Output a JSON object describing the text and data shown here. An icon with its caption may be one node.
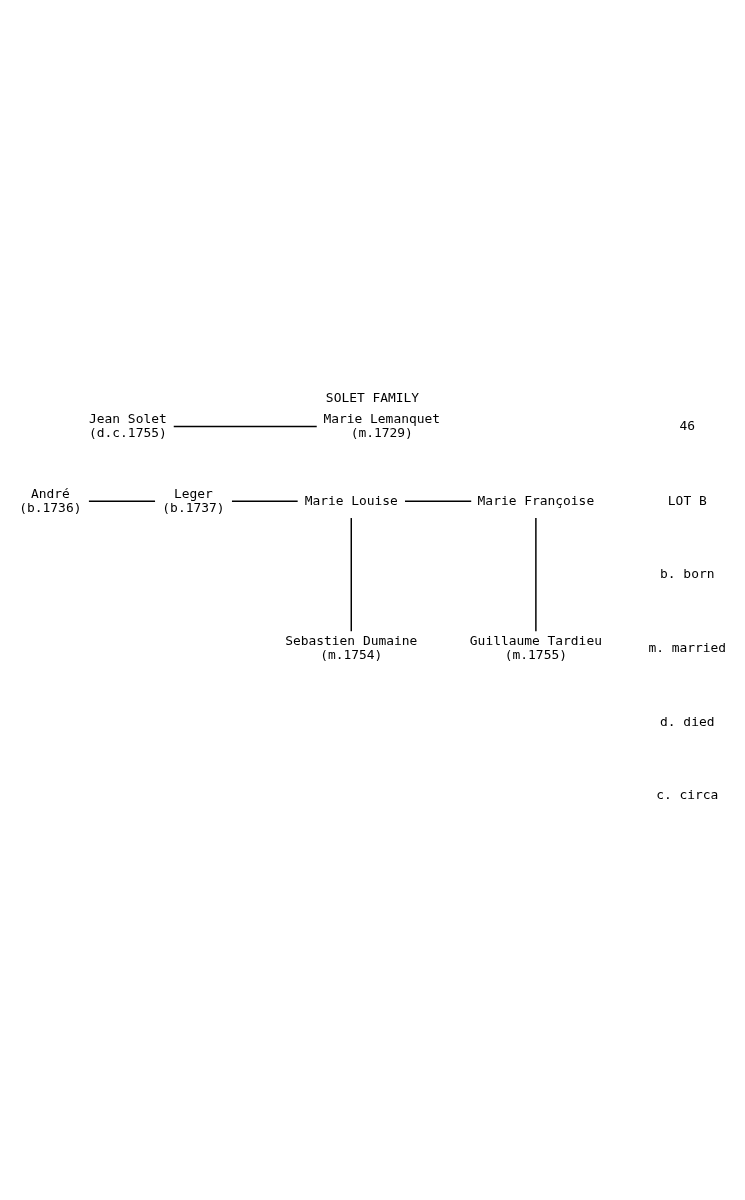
{
  "diagram": {
    "title": "SOLET FAMILY",
    "nodes": [
      {
        "text": [
          "Jean Solet",
          "(d.c.1755)"
        ]
      },
      {
        "text": [
          "Marie Lemanquet",
          "(m.1729)"
        ]
      },
      {
        "text": [
          "André",
          "(b.1736)"
        ]
      },
      {
        "text": [
          "Leger",
          "(b.1737)"
        ]
      },
      {
        "text": [
          "Marie Louise"
        ]
      },
      {
        "text": [
          "Marie Françoise"
        ]
      },
      {
        "text": [
          "Sebastien Dumaine",
          "(m.1754)"
        ]
      },
      {
        "text": [
          "Guillaume Tardieu",
          "(m.1755)"
        ]
      }
    ],
    "edges": [
      {
        "from": 0,
        "to": 1,
        "arrow": "none"
      },
      {
        "from": 2,
        "to": 3,
        "arrow": "none"
      },
      {
        "from": 3,
        "to": 4,
        "arrow": "none"
      },
      {
        "from": 4,
        "to": 5,
        "arrow": "none"
      },
      {
        "from": 4,
        "to": 6,
        "arrow": "none"
      },
      {
        "from": 5,
        "to": 7,
        "arrow": "none"
      }
    ],
    "labels": [
      "46",
      "LOT B",
      "b. born",
      "m. married",
      "d. died",
      "c. circa"
    ]
  }
}
